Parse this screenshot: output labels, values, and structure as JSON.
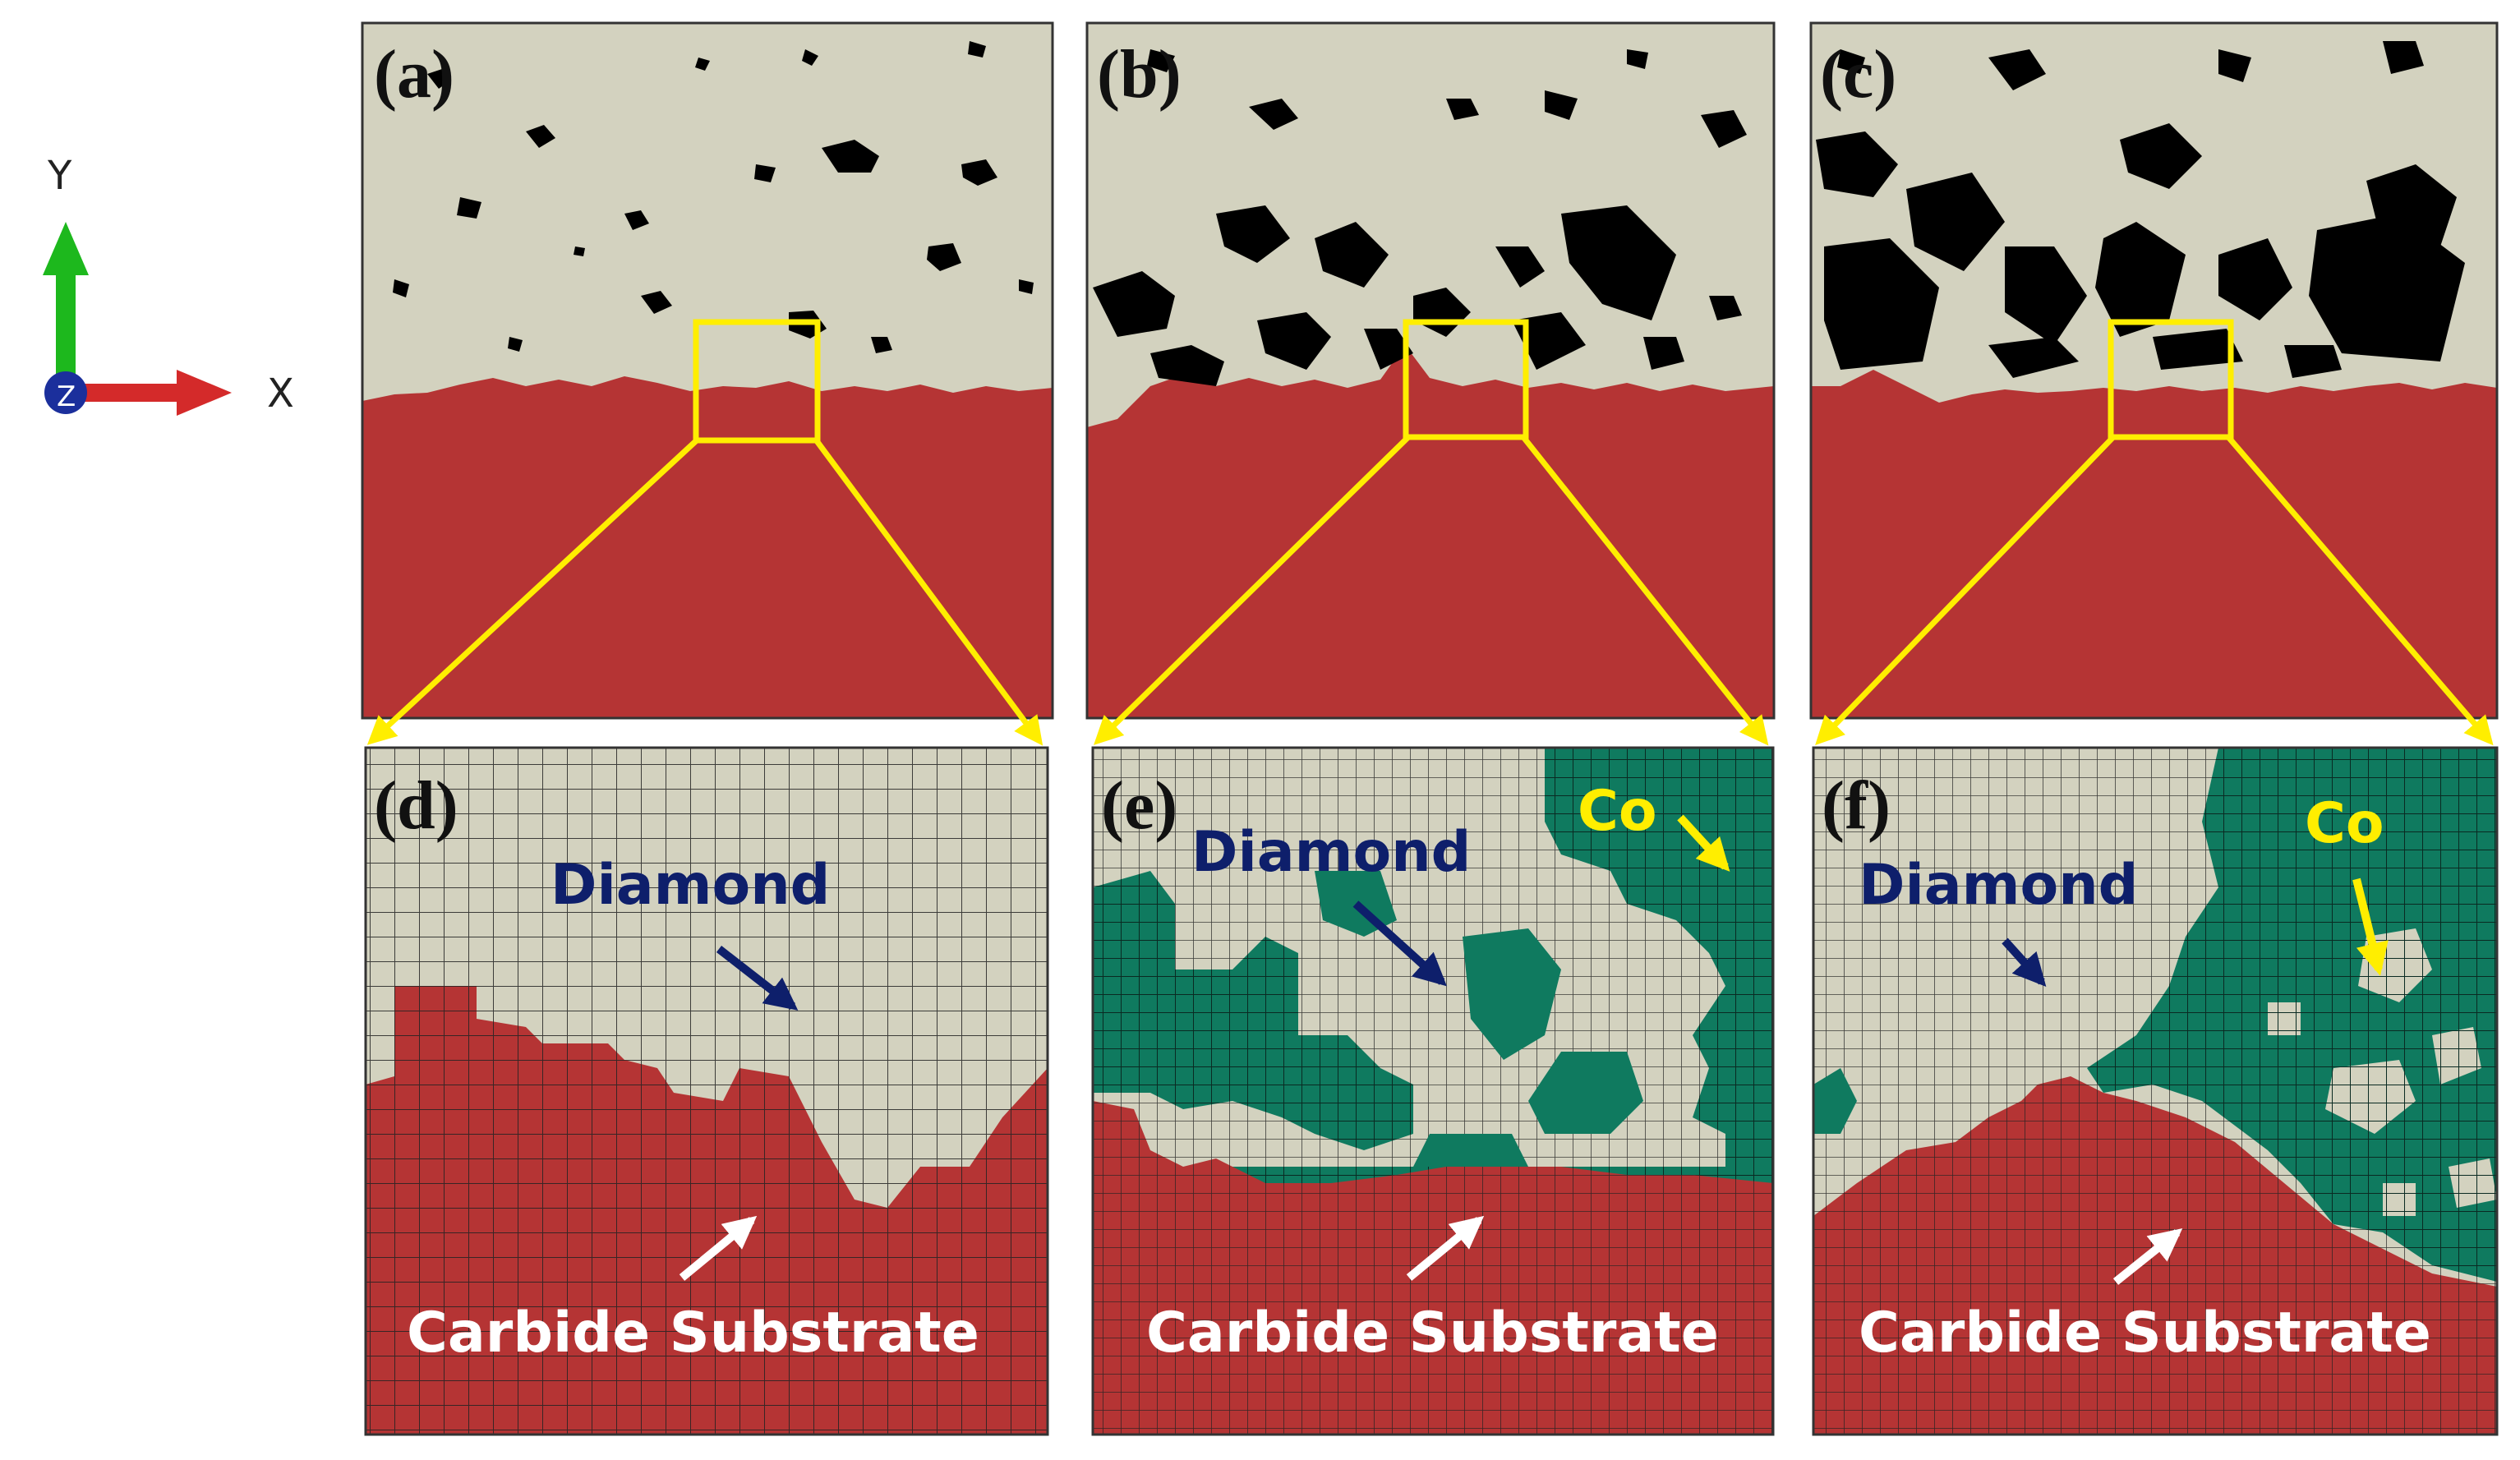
{
  "axes": {
    "y_label": "Y",
    "x_label": "X",
    "z_label": "Z"
  },
  "panels": {
    "a": {
      "label": "(a)"
    },
    "b": {
      "label": "(b)"
    },
    "c": {
      "label": "(c)"
    },
    "d": {
      "label": "(d)",
      "diamond": "Diamond",
      "substrate": "Carbide Substrate"
    },
    "e": {
      "label": "(e)",
      "diamond": "Diamond",
      "substrate": "Carbide Substrate",
      "cobalt": "Co"
    },
    "f": {
      "label": "(f)",
      "diamond": "Diamond",
      "substrate": "Carbide Substrate",
      "cobalt": "Co"
    }
  },
  "colors": {
    "diamond": "#d3d2bf",
    "substrate": "#b53434",
    "cobalt": "#0f7a5f",
    "void": "#000000",
    "zoom_box": "#ffee00",
    "diamond_text": "#0e1f6b",
    "substrate_text": "#ffffff",
    "cobalt_text": "#ffee00"
  }
}
